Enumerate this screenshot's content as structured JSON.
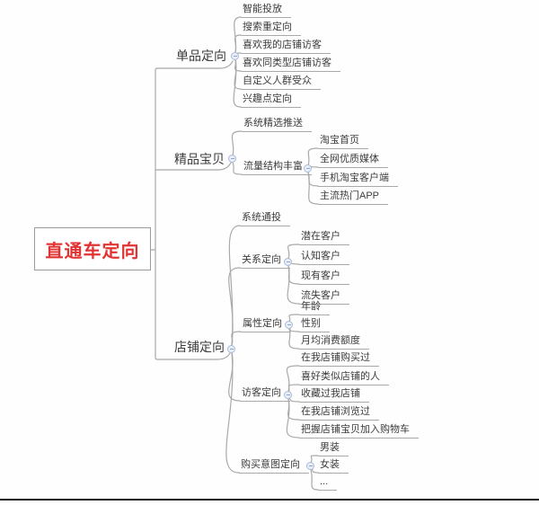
{
  "mindmap": {
    "root": {
      "label": "直通车定向",
      "color": "#e23333"
    },
    "branches": [
      {
        "label": "单品定向",
        "children": [
          {
            "label": "智能投放"
          },
          {
            "label": "搜索重定向"
          },
          {
            "label": "喜欢我的店铺访客"
          },
          {
            "label": "喜欢同类型店铺访客"
          },
          {
            "label": "自定义人群受众"
          },
          {
            "label": "兴趣点定向"
          }
        ]
      },
      {
        "label": "精品宝贝",
        "children": [
          {
            "label": "系统精选推送"
          },
          {
            "label": "流量结构丰富",
            "children": [
              {
                "label": "淘宝首页"
              },
              {
                "label": "全网优质媒体"
              },
              {
                "label": "手机淘宝客户端"
              },
              {
                "label": "主流热门APP"
              }
            ]
          }
        ]
      },
      {
        "label": "店铺定向",
        "children": [
          {
            "label": "系统通投"
          },
          {
            "label": "关系定向",
            "children": [
              {
                "label": "潜在客户"
              },
              {
                "label": "认知客户"
              },
              {
                "label": "现有客户"
              },
              {
                "label": "流失客户"
              }
            ]
          },
          {
            "label": "属性定向",
            "children": [
              {
                "label": "年龄"
              },
              {
                "label": "性别"
              },
              {
                "label": "月均消费额度"
              }
            ]
          },
          {
            "label": "访客定向",
            "children": [
              {
                "label": "在我店铺购买过"
              },
              {
                "label": "喜好类似店铺的人"
              },
              {
                "label": "收藏过我店铺"
              },
              {
                "label": "在我店铺浏览过"
              },
              {
                "label": "把握店铺宝贝加入购物车"
              }
            ]
          },
          {
            "label": "购买意图定向",
            "children": [
              {
                "label": "男装"
              },
              {
                "label": "女装"
              },
              {
                "label": "..."
              }
            ]
          }
        ]
      }
    ],
    "line_color": "#a9a9a9",
    "border_color": "#9a9a9a"
  }
}
